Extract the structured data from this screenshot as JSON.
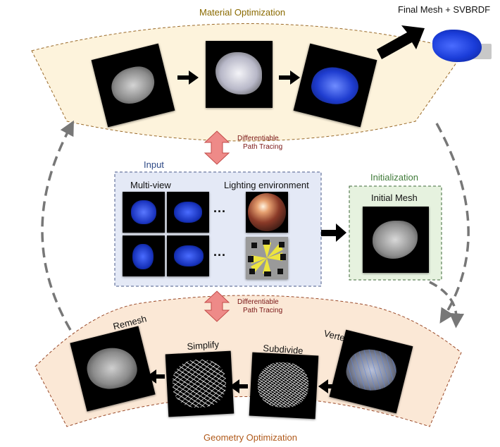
{
  "final": {
    "label": "Final Mesh + SVBRDF"
  },
  "material": {
    "title": "Material Optimization"
  },
  "dpt_top": {
    "line1": "Differentiable",
    "line2": "Path Tracing"
  },
  "dpt_bottom": {
    "line1": "Differentiable",
    "line2": "Path Tracing"
  },
  "input": {
    "title": "Input",
    "multiview_label": "Multi-view",
    "lighting_label": "Lighting environment",
    "ellipsis": "..."
  },
  "initialization": {
    "title": "Initialization",
    "mesh_label": "Initial Mesh"
  },
  "geometry": {
    "title": "Geometry Optimization",
    "steps": [
      "Remesh",
      "Simplify",
      "Subdivide",
      "Vertex Move"
    ]
  },
  "colors": {
    "material_fill": "#fdf3dc",
    "geometry_fill": "#fbe8d6",
    "input_fill": "#e4e9f6",
    "init_fill": "#e6f2df",
    "dpt_arrow": "#ee8a88"
  }
}
